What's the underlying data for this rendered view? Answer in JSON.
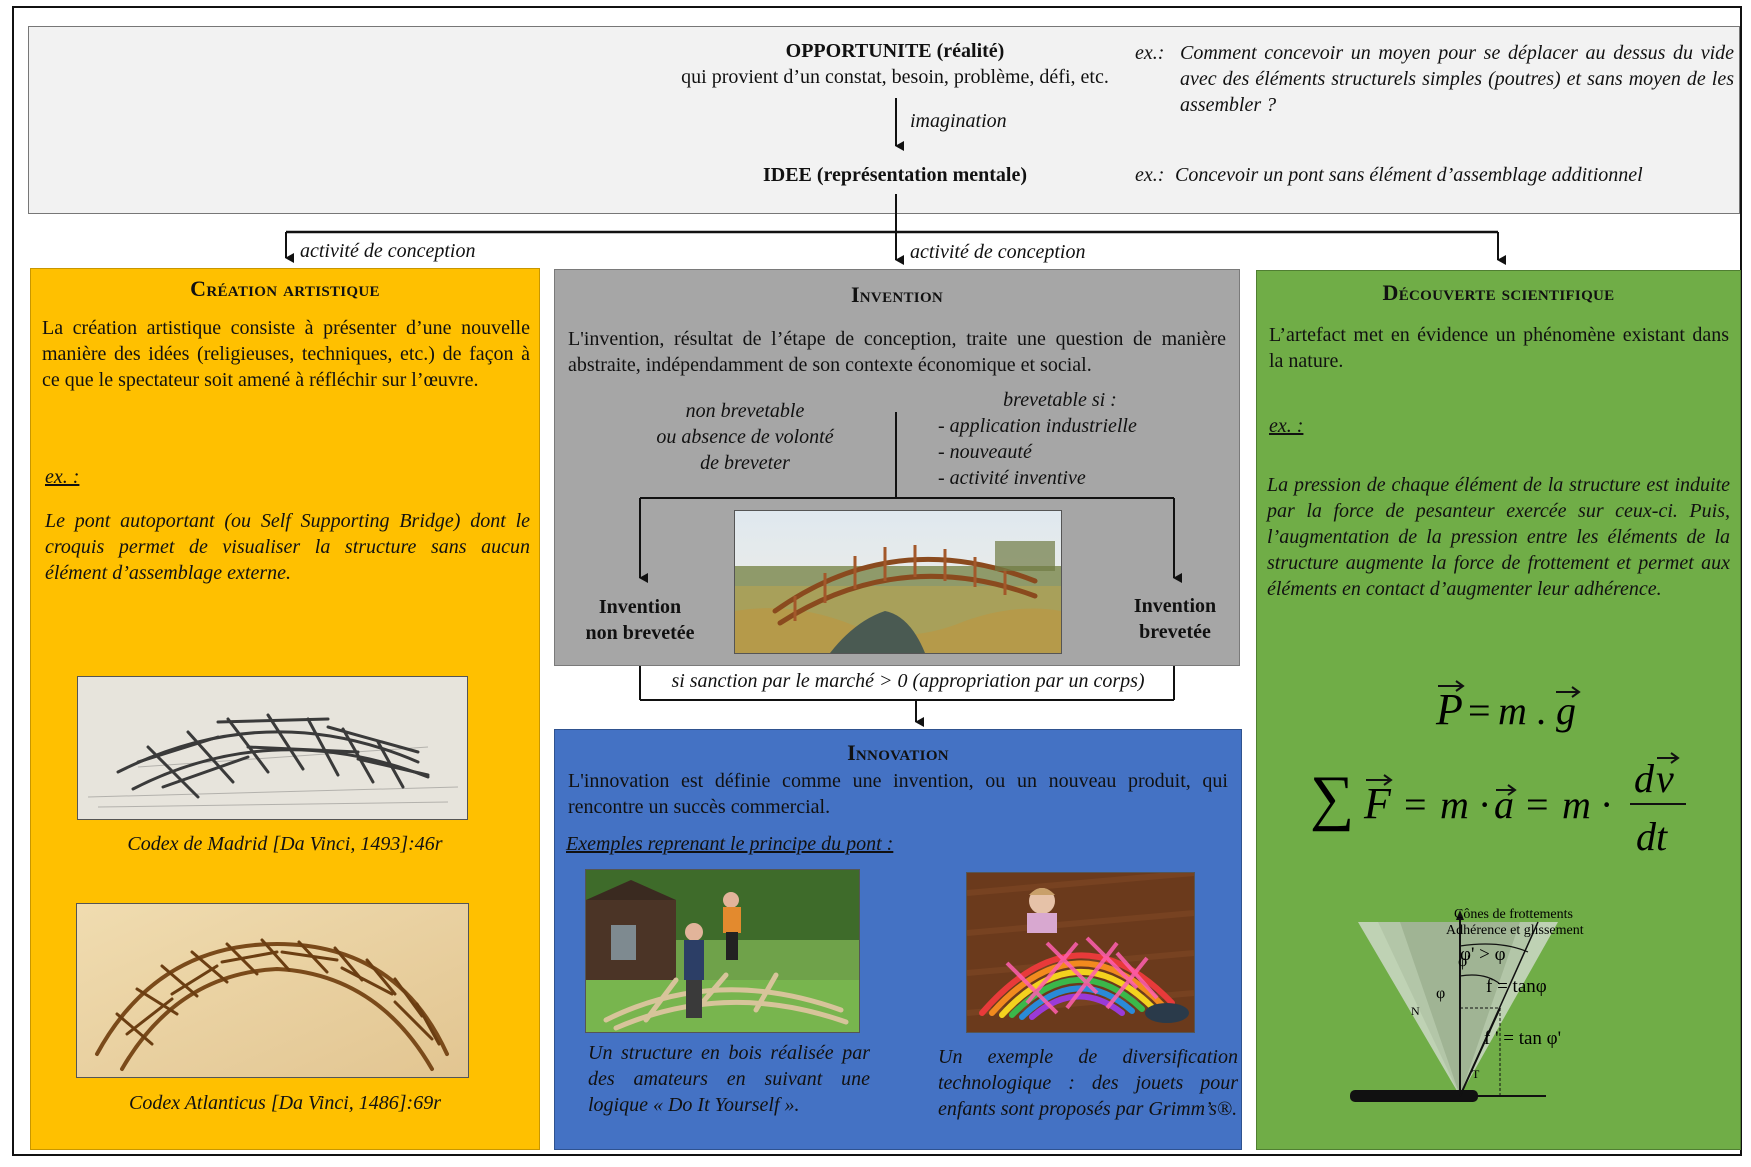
{
  "top": {
    "opportunity_title": "OPPORTUNITE (réalité)",
    "opportunity_sub": "qui provient d’un constat, besoin, problème, défi, etc.",
    "imagination": "imagination",
    "idee_title": "IDEE (représentation mentale)",
    "ex_label": "ex.:",
    "ex_opportunity": "Comment concevoir un moyen pour se déplacer au dessus du vide avec des éléments structurels simples (poutres) et sans moyen de les assembler ?",
    "ex_idee": "Concevoir un pont sans élément d’assemblage additionnel"
  },
  "connectors": {
    "activite_left": "activité de conception",
    "activite_center": "activité de conception",
    "sanction": "si sanction par le marché > 0 (appropriation par un corps)"
  },
  "creation": {
    "title": "Création artistique",
    "body": "La création artistique consiste à présenter d’une nouvelle manière des idées (religieuses, techniques, etc.) de façon à ce que le spectateur soit amené à réfléchir sur l’œuvre.",
    "ex_label": "ex. :",
    "ex_text": "Le pont autoportant (ou Self Supporting Bridge) dont le croquis permet de visualiser la structure sans aucun élément d’assemblage externe.",
    "caption1": "Codex de Madrid [Da Vinci, 1493]:46r",
    "caption2": "Codex Atlanticus [Da Vinci, 1486]:69r"
  },
  "invention": {
    "title": "Invention",
    "body": "L'invention, résultat de l’étape de conception, traite une question de manière abstraite, indépendamment de son contexte économique et social.",
    "non_brevetable": [
      "non brevetable",
      "ou absence de volonté",
      "de breveter"
    ],
    "brevetable_title": "brevetable si :",
    "brevetable_items": [
      "- application industrielle",
      "- nouveauté",
      "- activité inventive"
    ],
    "non_brevetee": [
      "Invention",
      "non brevetée"
    ],
    "brevetee": [
      "Invention",
      "brevetée"
    ]
  },
  "innovation": {
    "title": "Innovation",
    "body": "L'innovation est définie comme une invention, ou un nouveau produit, qui rencontre un succès commercial.",
    "examples_label": "Exemples reprenant le principe du pont :",
    "caption1": "Un structure en bois réalisée par des amateurs en suivant une logique « Do It Yourself ».",
    "caption2": "Un exemple de diversification technologique : des jouets pour enfants sont proposés par Grimm’s®."
  },
  "decouverte": {
    "title": "Découverte scientifique",
    "body": "L’artefact met en évidence un phénomène existant dans la nature.",
    "ex_label": "ex. :",
    "ex_text": "La pression de chaque élément de la structure est induite par la force de pesanteur exercée sur ceux-ci. Puis, l’augmentation de la pression entre les éléments de la structure augmente la force de frottement et permet aux éléments en contact d’augmenter leur adhérence.",
    "formula_p": [
      "P",
      "=",
      "m",
      ".",
      "g"
    ],
    "formula_f": [
      "∑",
      "F",
      "=",
      "m",
      "·",
      "a",
      "=",
      "m",
      "·",
      "d",
      "v",
      "dt"
    ],
    "cone_title": [
      "Cônes de frottements",
      "Adhérence et glissement"
    ],
    "cone_labels": [
      "φ' > φ",
      "f = tanφ",
      "f ' = tan φ'",
      "φ'",
      "φ",
      "N",
      "T"
    ]
  },
  "colors": {
    "orange": "#ffc000",
    "gray": "#a6a6a6",
    "blue": "#4472c4",
    "green": "#70ad47",
    "top_bg": "#f2f2f2"
  }
}
